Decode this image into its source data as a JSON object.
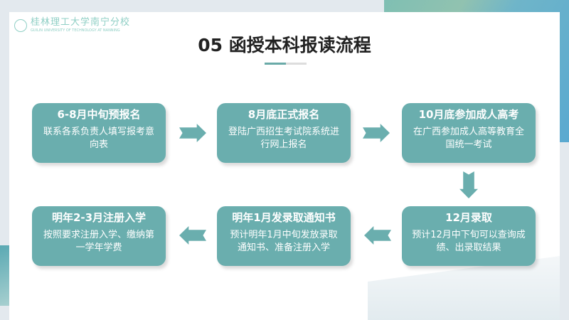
{
  "logo": {
    "cn": "桂林理工大学南宁分校",
    "en": "GUILIN UNIVERSITY OF TECHNOLOGY AT NANNING"
  },
  "title": "05 函授本科报读流程",
  "steps": [
    {
      "title": "6-8月中旬预报名",
      "desc": "联系各系负责人填写报考意向表"
    },
    {
      "title": "8月底正式报名",
      "desc": "登陆广西招生考试院系统进行网上报名"
    },
    {
      "title": "10月底参加成人高考",
      "desc": "在广西参加成人高等教育全国统一考试"
    },
    {
      "title": "12月录取",
      "desc": "预计12月中下旬可以查询成绩、出录取结果"
    },
    {
      "title": "明年1月发录取通知书",
      "desc": "预计明年1月中旬发放录取通知书、准备注册入学"
    },
    {
      "title": "明年2-3月注册入学",
      "desc": "按照要求注册入学、缴纳第一学年学费"
    }
  ],
  "colors": {
    "accent": "#6aaeae"
  }
}
